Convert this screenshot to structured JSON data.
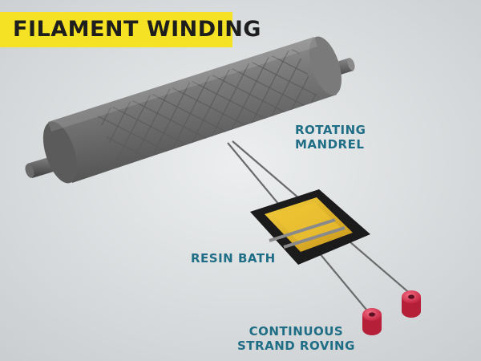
{
  "title": "FILAMENT WINDING",
  "labels": {
    "mandrel": [
      "ROTATING",
      "MANDREL"
    ],
    "resin_bath": [
      "RESIN BATH"
    ],
    "roving": [
      "CONTINUOUS",
      "STRAND ROVING"
    ]
  },
  "colors": {
    "banner": "#f5e225",
    "label_text": "#1f6e86",
    "background": "#d9dcdd",
    "resin": "#e8b92a",
    "spool": "#e33a54"
  }
}
